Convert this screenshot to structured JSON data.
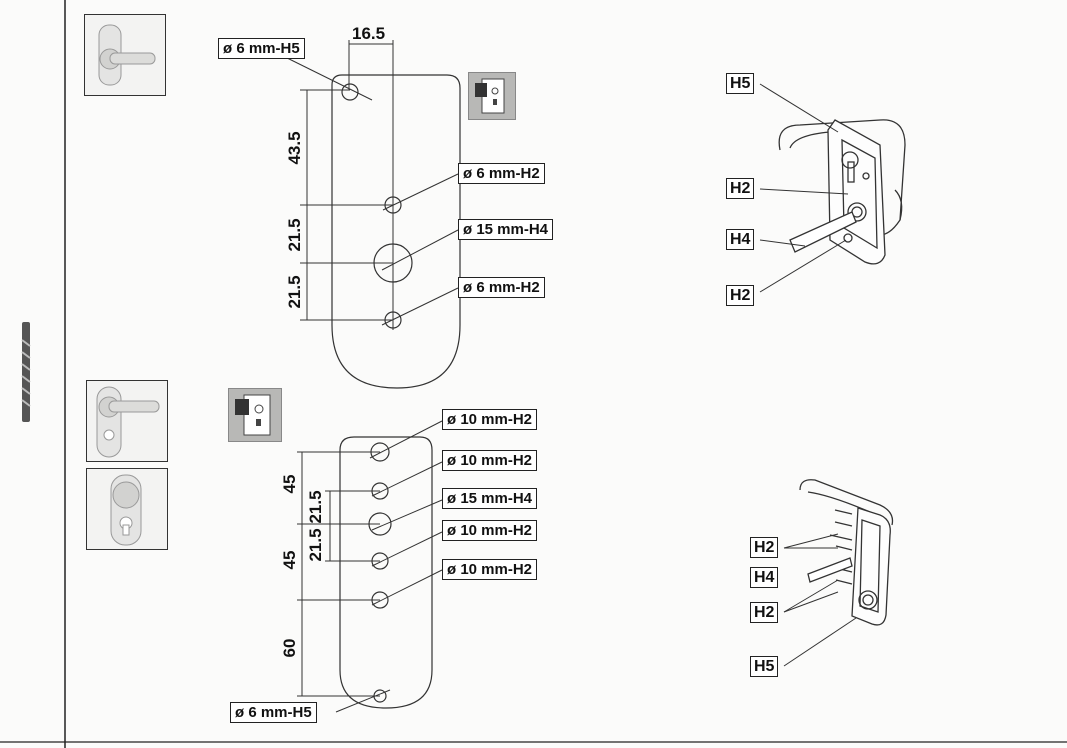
{
  "top_template": {
    "hole_top_label": "ø 6 mm-H5",
    "offset_label": "16.5",
    "hole_h2_a_label": "ø 6 mm-H2",
    "hole_h4_label": "ø 15 mm-H4",
    "hole_h2_b_label": "ø 6 mm-H2",
    "dim_1": "43.5",
    "dim_2": "21.5",
    "dim_3": "21.5"
  },
  "bottom_template": {
    "hole_1_label": "ø 10 mm-H2",
    "hole_2_label": "ø 10 mm-H2",
    "hole_3_label": "ø 15 mm-H4",
    "hole_4_label": "ø 10 mm-H2",
    "hole_5_label": "ø 10 mm-H2",
    "hole_bottom_label": "ø 6 mm-H5",
    "dim_outer_1": "45",
    "dim_outer_2": "45",
    "dim_outer_3": "60",
    "dim_inner_1": "21.5",
    "dim_inner_2": "21.5"
  },
  "top_assembly": {
    "callout_h5": "H5",
    "callout_h2_a": "H2",
    "callout_h4": "H4",
    "callout_h2_b": "H2"
  },
  "bottom_assembly": {
    "callout_h2_a": "H2",
    "callout_h4": "H4",
    "callout_h2_b": "H2",
    "callout_h5": "H5"
  },
  "icons": {
    "drill": "drill-bit-icon",
    "handle_short": "door-handle-short-plate-icon",
    "handle_long": "door-handle-long-plate-icon",
    "handle_knob": "door-knob-plate-icon",
    "lock_case": "mortise-lock-icon"
  },
  "colors": {
    "line": "#222222",
    "paper": "#fbfbfa",
    "thumb_bg": "#f3f3f2"
  }
}
